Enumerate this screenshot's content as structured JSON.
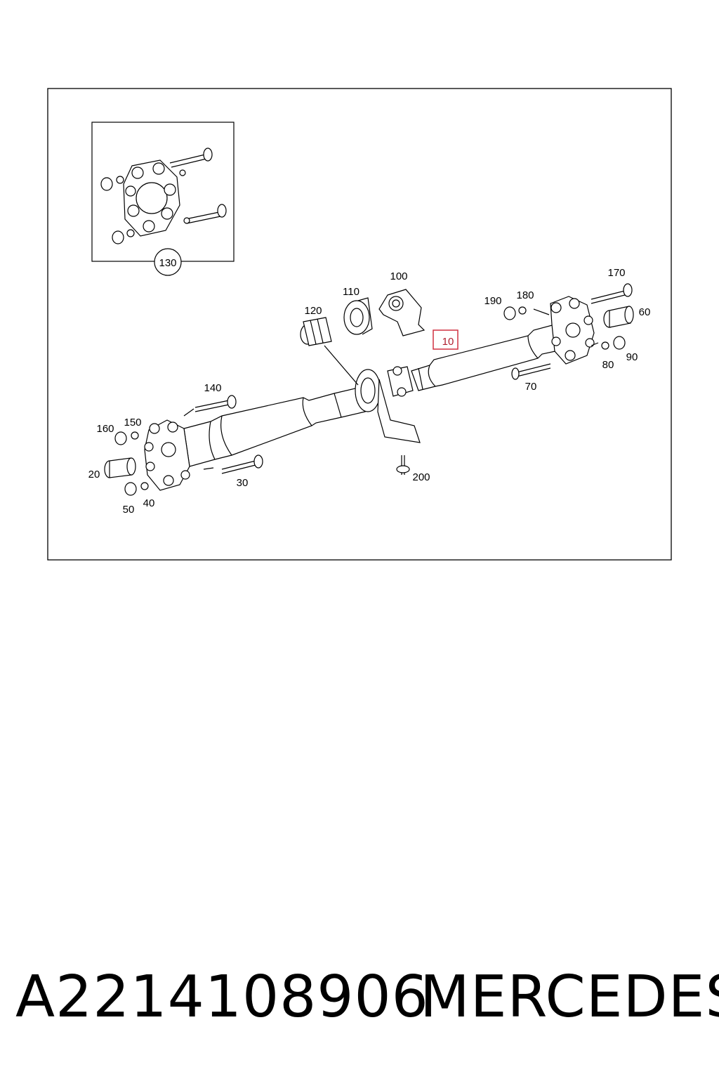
{
  "diagram": {
    "inset_label": "130",
    "highlighted_part": "10",
    "labels": {
      "l10": "10",
      "l20": "20",
      "l30": "30",
      "l40": "40",
      "l50": "50",
      "l60": "60",
      "l70": "70",
      "l80": "80",
      "l90": "90",
      "l100": "100",
      "l110": "110",
      "l120": "120",
      "l140": "140",
      "l150": "150",
      "l160": "160",
      "l170": "170",
      "l180": "180",
      "l190": "190",
      "l200": "200"
    }
  },
  "footer": {
    "part_number": "A2214108906",
    "brand": "MERCEDES"
  },
  "colors": {
    "highlight": "#d03040",
    "line": "#000000",
    "background": "#ffffff"
  }
}
